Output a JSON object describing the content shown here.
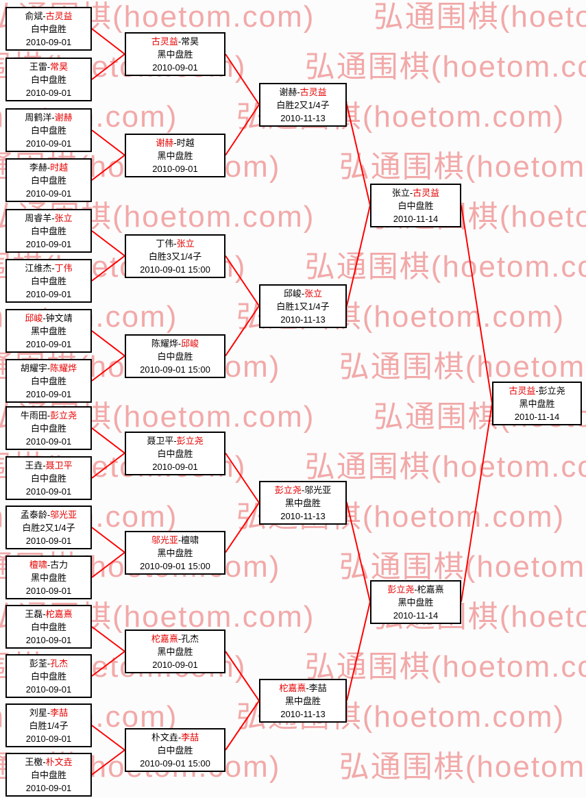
{
  "watermark": {
    "text": "弘通围棋(hoetom.com)",
    "color": "#f2a9a9"
  },
  "bracket": {
    "separator": "-",
    "line_color": "#ff0000",
    "winner_color": "#e60000",
    "rounds": [
      {
        "name": "round-of-32",
        "matches": [
          {
            "p1": "俞斌",
            "p2": "古灵益",
            "winner": "p2",
            "result": "白中盘胜",
            "date": "2010-09-01"
          },
          {
            "p1": "王雷",
            "p2": "常昊",
            "winner": "p2",
            "result": "白中盘胜",
            "date": "2010-09-01"
          },
          {
            "p1": "周鹤洋",
            "p2": "谢赫",
            "winner": "p2",
            "result": "白中盘胜",
            "date": "2010-09-01"
          },
          {
            "p1": "李赫",
            "p2": "时越",
            "winner": "p2",
            "result": "白中盘胜",
            "date": "2010-09-01"
          },
          {
            "p1": "周睿羊",
            "p2": "张立",
            "winner": "p2",
            "result": "白中盘胜",
            "date": "2010-09-01"
          },
          {
            "p1": "江维杰",
            "p2": "丁伟",
            "winner": "p2",
            "result": "白中盘胜",
            "date": "2010-09-01"
          },
          {
            "p1": "邱峻",
            "p2": "钟文靖",
            "winner": "p1",
            "result": "黑中盘胜",
            "date": "2010-09-01"
          },
          {
            "p1": "胡耀宇",
            "p2": "陈耀烨",
            "winner": "p2",
            "result": "白中盘胜",
            "date": "2010-09-01"
          },
          {
            "p1": "牛雨田",
            "p2": "彭立尧",
            "winner": "p2",
            "result": "白中盘胜",
            "date": "2010-09-01"
          },
          {
            "p1": "王垚",
            "p2": "聂卫平",
            "winner": "p2",
            "result": "白中盘胜",
            "date": "2010-09-01"
          },
          {
            "p1": "孟泰龄",
            "p2": "邬光亚",
            "winner": "p2",
            "result": "白胜2又1/4子",
            "date": "2010-09-01"
          },
          {
            "p1": "檀啸",
            "p2": "古力",
            "winner": "p1",
            "result": "黑中盘胜",
            "date": "2010-09-01"
          },
          {
            "p1": "王磊",
            "p2": "柁嘉熹",
            "winner": "p2",
            "result": "白中盘胜",
            "date": "2010-09-01"
          },
          {
            "p1": "彭荃",
            "p2": "孔杰",
            "winner": "p2",
            "result": "白中盘胜",
            "date": "2010-09-01"
          },
          {
            "p1": "刘星",
            "p2": "李喆",
            "winner": "p2",
            "result": "白胜1/4子",
            "date": "2010-09-01"
          },
          {
            "p1": "王檄",
            "p2": "朴文垚",
            "winner": "p2",
            "result": "白中盘胜",
            "date": "2010-09-01"
          }
        ]
      },
      {
        "name": "round-of-16",
        "matches": [
          {
            "p1": "古灵益",
            "p2": "常昊",
            "winner": "p1",
            "result": "黑中盘胜",
            "date": "2010-09-01"
          },
          {
            "p1": "谢赫",
            "p2": "时越",
            "winner": "p1",
            "result": "黑中盘胜",
            "date": "2010-09-01"
          },
          {
            "p1": "丁伟",
            "p2": "张立",
            "winner": "p2",
            "result": "白胜3又1/4子",
            "date": "2010-09-01 15:00"
          },
          {
            "p1": "陈耀烨",
            "p2": "邱峻",
            "winner": "p2",
            "result": "白中盘胜",
            "date": "2010-09-01 15:00"
          },
          {
            "p1": "聂卫平",
            "p2": "彭立尧",
            "winner": "p2",
            "result": "白中盘胜",
            "date": "2010-09-01"
          },
          {
            "p1": "邬光亚",
            "p2": "檀啸",
            "winner": "p1",
            "result": "黑中盘胜",
            "date": "2010-09-01 15:00"
          },
          {
            "p1": "柁嘉熹",
            "p2": "孔杰",
            "winner": "p1",
            "result": "黑中盘胜",
            "date": "2010-09-01"
          },
          {
            "p1": "朴文垚",
            "p2": "李喆",
            "winner": "p2",
            "result": "白中盘胜",
            "date": "2010-09-01 15:00"
          }
        ]
      },
      {
        "name": "quarterfinals",
        "matches": [
          {
            "p1": "谢赫",
            "p2": "古灵益",
            "winner": "p2",
            "result": "白胜2又1/4子",
            "date": "2010-11-13"
          },
          {
            "p1": "邱峻",
            "p2": "张立",
            "winner": "p2",
            "result": "白胜1又1/4子",
            "date": "2010-11-13"
          },
          {
            "p1": "彭立尧",
            "p2": "邬光亚",
            "winner": "p1",
            "result": "黑中盘胜",
            "date": "2010-11-13"
          },
          {
            "p1": "柁嘉熹",
            "p2": "李喆",
            "winner": "p1",
            "result": "黑中盘胜",
            "date": "2010-11-13"
          }
        ]
      },
      {
        "name": "semifinals",
        "matches": [
          {
            "p1": "张立",
            "p2": "古灵益",
            "winner": "p2",
            "result": "白中盘胜",
            "date": "2010-11-14"
          },
          {
            "p1": "彭立尧",
            "p2": "柁嘉熹",
            "winner": "p1",
            "result": "黑中盘胜",
            "date": "2010-11-14"
          }
        ]
      },
      {
        "name": "final",
        "matches": [
          {
            "p1": "古灵益",
            "p2": "彭立尧",
            "winner": "p1",
            "result": "黑中盘胜",
            "date": "2010-11-14"
          }
        ]
      }
    ]
  }
}
